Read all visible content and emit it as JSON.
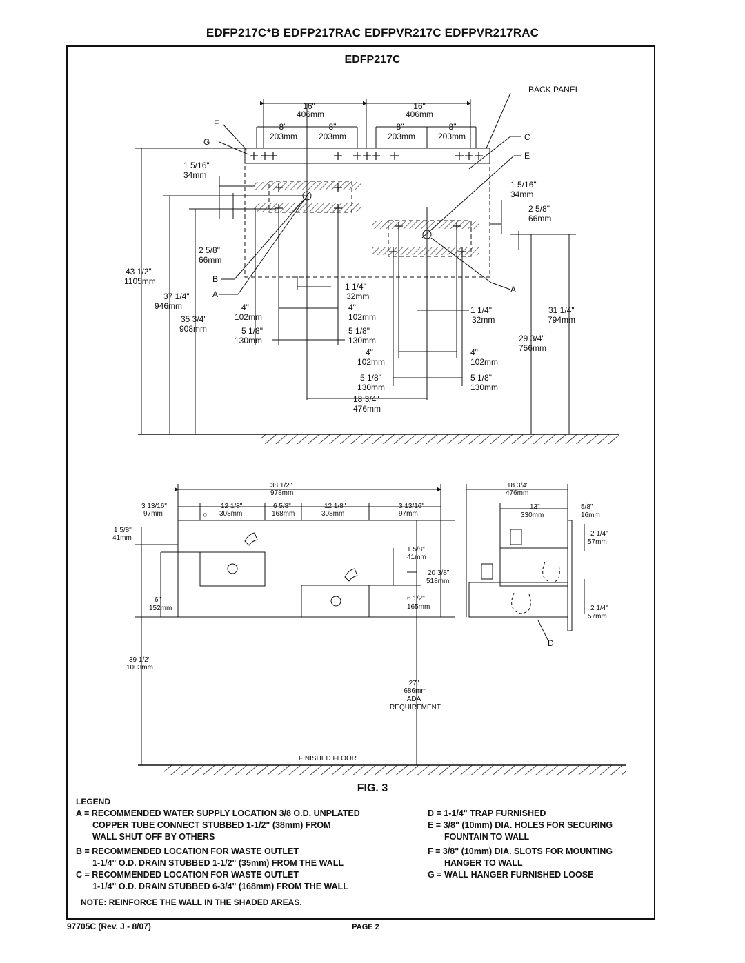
{
  "header": {
    "models": "EDFP217C*B    EDFP217RAC    EDFPVR217C    EDFPVR217RAC",
    "subtitle": "EDFP217C"
  },
  "top_view": {
    "back_panel": "BACK PANEL",
    "dims": {
      "w16_a": "16\"",
      "w16_a_mm": "406mm",
      "w16_b": "16\"",
      "w16_b_mm": "406mm",
      "w8_1": "8\"",
      "w8_1_mm": "203mm",
      "w8_2": "8\"",
      "w8_2_mm": "203mm",
      "w8_3": "8\"",
      "w8_3_mm": "203mm",
      "w8_4": "8\"",
      "w8_4_mm": "203mm",
      "h1516_l": "1 5/16\"",
      "h1516_l_mm": "34mm",
      "h1516_r": "1 5/16\"",
      "h1516_r_mm": "34mm",
      "h258_l": "2 5/8\"",
      "h258_l_mm": "66mm",
      "h258_r": "2 5/8\"",
      "h258_r_mm": "66mm",
      "h4312": "43 1/2\"",
      "h4312_mm": "1105mm",
      "h3714": "37 1/4\"",
      "h3714_mm": "946mm",
      "h3534": "35 3/4\"",
      "h3534_mm": "908mm",
      "h3114": "31 1/4\"",
      "h3114_mm": "794mm",
      "h2934": "29 3/4\"",
      "h2934_mm": "756mm",
      "w114_a": "1 1/4\"",
      "w114_a_mm": "32mm",
      "w114_b": "1 1/4\"",
      "w114_b_mm": "32mm",
      "w4_a": "4\"",
      "w4_a_mm": "102mm",
      "w4_b": "4\"",
      "w4_b_mm": "102mm",
      "w4_c": "4\"",
      "w4_c_mm": "102mm",
      "w4_d": "4\"",
      "w4_d_mm": "102mm",
      "w518_a": "5 1/8\"",
      "w518_a_mm": "130mm",
      "w518_b": "5 1/8\"",
      "w518_b_mm": "130mm",
      "w518_c": "5 1/8\"",
      "w518_c_mm": "130mm",
      "w518_d": "5 1/8\"",
      "w518_d_mm": "130mm",
      "w1834": "18 3/4\"",
      "w1834_mm": "476mm"
    },
    "letters": {
      "F": "F",
      "G": "G",
      "C": "C",
      "E": "E",
      "B": "B",
      "A1": "A",
      "A2": "A"
    }
  },
  "front_view": {
    "dims": {
      "w3812": "38 1/2\"",
      "w3812_mm": "978mm",
      "w31316_l": "3 13/16\"",
      "w31316_l_mm": "97mm",
      "w1218_l": "12 1/8\"",
      "w1218_l_mm": "308mm",
      "w658": "6 5/8\"",
      "w658_mm": "168mm",
      "w1218_r": "12 1/8\"",
      "w1218_r_mm": "308mm",
      "w31316_r": "3 13/16\"",
      "w31316_r_mm": "97mm",
      "h158_l": "1 5/8\"",
      "h158_l_mm": "41mm",
      "h158_r": "1 5/8\"",
      "h158_r_mm": "41mm",
      "h2038": "20 3/8\"",
      "h2038_mm": "518mm",
      "h6": "6\"",
      "h6_mm": "152mm",
      "h612": "6 1/2\"",
      "h612_mm": "165mm",
      "h3912": "39 1/2\"",
      "h3912_mm": "1003mm",
      "h27": "27\"",
      "h27_mm": "686mm",
      "ada": "ADA",
      "ada_req": "REQUIREMENT",
      "floor": "FINISHED FLOOR"
    }
  },
  "side_view": {
    "dims": {
      "w1834": "18 3/4\"",
      "w1834_mm": "476mm",
      "w13": "13\"",
      "w13_mm": "330mm",
      "w58": "5/8\"",
      "w58_mm": "16mm",
      "h214_a": "2 1/4\"",
      "h214_a_mm": "57mm",
      "h214_b": "2 1/4\"",
      "h214_b_mm": "57mm"
    },
    "letter_d": "D"
  },
  "figure_label": "FIG. 3",
  "legend": {
    "title": "LEGEND",
    "a1": "A = RECOMMENDED WATER SUPPLY LOCATION 3/8 O.D. UNPLATED",
    "a2": "COPPER TUBE CONNECT STUBBED 1-1/2\" (38mm) FROM",
    "a3": "WALL SHUT OFF BY OTHERS",
    "b1": "B = RECOMMENDED LOCATION FOR WASTE OUTLET",
    "b2": "1-1/4\" O.D. DRAIN STUBBED 1-1/2\" (35mm) FROM THE WALL",
    "c1": "C = RECOMMENDED LOCATION FOR WASTE OUTLET",
    "c2": "1-1/4\" O.D. DRAIN STUBBED 6-3/4\" (168mm) FROM THE WALL",
    "d1": "D = 1-1/4\" TRAP FURNISHED",
    "e1": "E = 3/8\" (10mm) DIA. HOLES FOR SECURING",
    "e2": "FOUNTAIN TO WALL",
    "f1": "F = 3/8\" (10mm) DIA. SLOTS FOR MOUNTING",
    "f2": "HANGER TO WALL",
    "g1": "G = WALL HANGER FURNISHED LOOSE"
  },
  "note": "NOTE: REINFORCE THE WALL IN THE SHADED AREAS.",
  "footer": {
    "doc_number": "97705C (Rev. J - 8/07)",
    "page": "PAGE 2"
  }
}
